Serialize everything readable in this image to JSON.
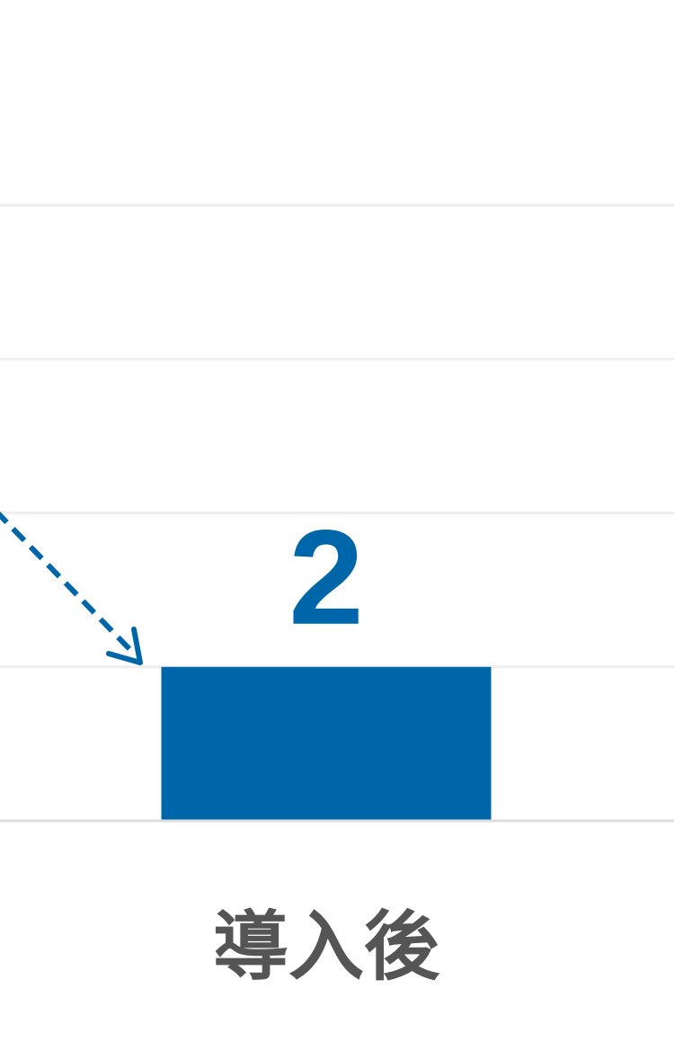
{
  "chart_data": {
    "type": "bar",
    "categories": [
      "導入後"
    ],
    "values": [
      2
    ],
    "data_labels": [
      "2"
    ],
    "ylim": [
      0,
      10
    ],
    "grid": true,
    "annotation": "dashed-arrow-pointing-to-bar"
  },
  "colors": {
    "bar": "#0066AA",
    "data_label": "#0066AA",
    "category_label": "#555555",
    "grid": "#EEEEEE",
    "baseline": "#DDDDDD",
    "arrow": "#0066AA"
  }
}
